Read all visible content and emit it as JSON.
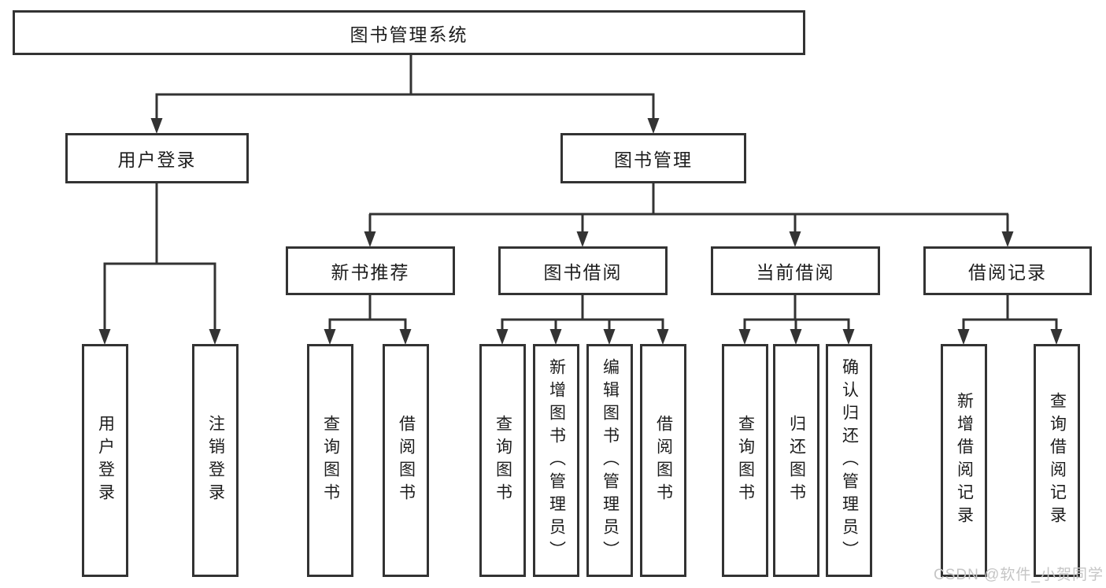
{
  "diagram_type": "hierarchy-tree",
  "colors": {
    "line": "#333333",
    "box_border": "#333333",
    "box_fill": "#ffffff",
    "text": "#1d1d1d",
    "watermark": "#c5c5c5"
  },
  "watermark": "CSDN @软件_小贺同学",
  "tree": {
    "label": "图书管理系统",
    "children": [
      {
        "label": "用户登录",
        "children": [
          {
            "label": "用户登录"
          },
          {
            "label": "注销登录"
          }
        ]
      },
      {
        "label": "图书管理",
        "children": [
          {
            "label": "新书推荐",
            "children": [
              {
                "label": "查询图书"
              },
              {
                "label": "借阅图书"
              }
            ]
          },
          {
            "label": "图书借阅",
            "children": [
              {
                "label": "查询图书"
              },
              {
                "label": "新增图书（管理员）"
              },
              {
                "label": "编辑图书（管理员）"
              },
              {
                "label": "借阅图书"
              }
            ]
          },
          {
            "label": "当前借阅",
            "children": [
              {
                "label": "查询图书"
              },
              {
                "label": "归还图书"
              },
              {
                "label": "确认归还（管理员）"
              }
            ]
          },
          {
            "label": "借阅记录",
            "children": [
              {
                "label": "新增借阅记录"
              },
              {
                "label": "查询借阅记录"
              }
            ]
          }
        ]
      }
    ]
  }
}
